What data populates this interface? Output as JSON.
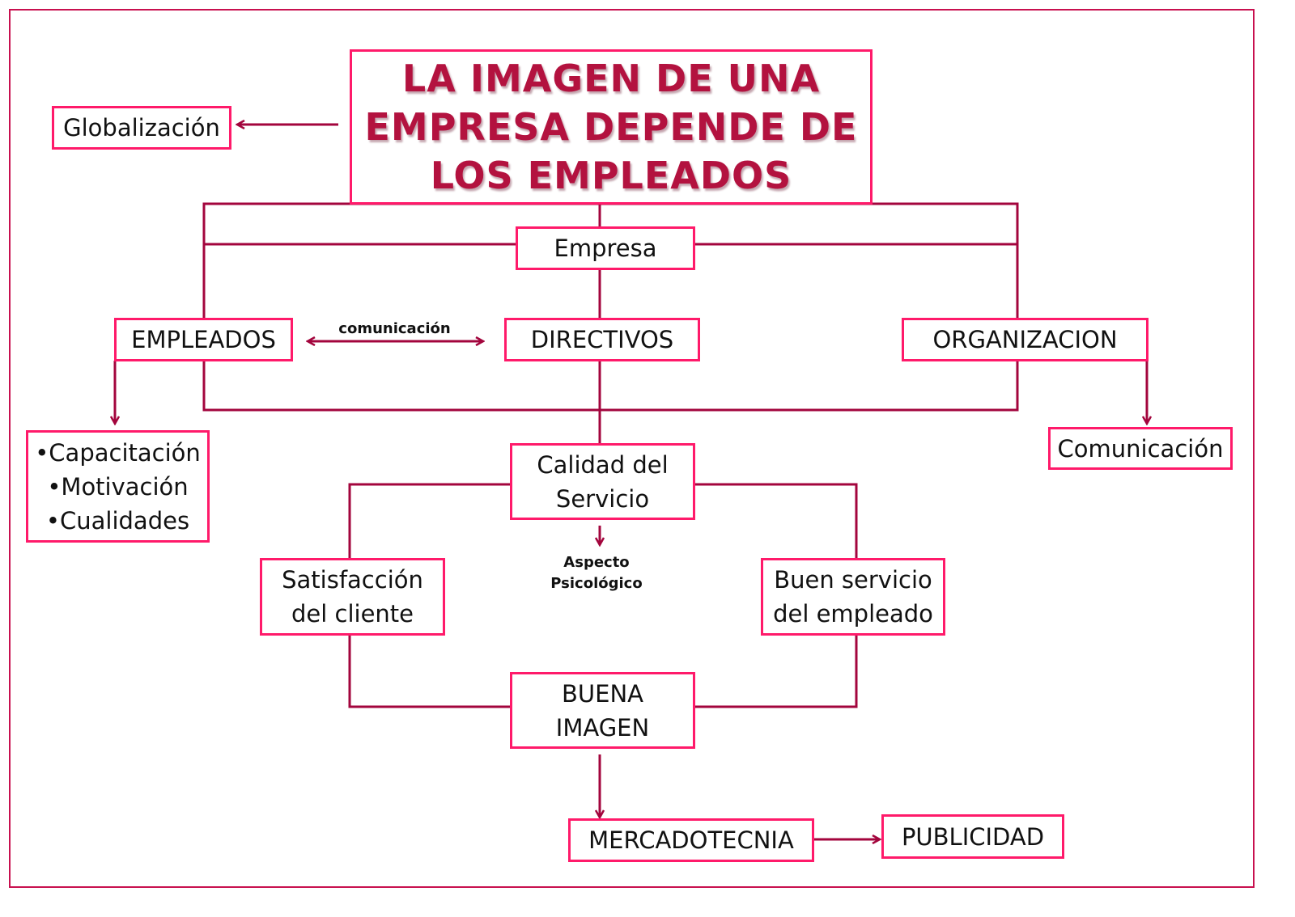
{
  "title": [
    "LA IMAGEN DE UNA",
    "EMPRESA DEPENDE DE",
    "LOS EMPLEADOS"
  ],
  "nodes": {
    "globalizacion": "Globalización",
    "empresa": "Empresa",
    "empleados": "EMPLEADOS",
    "directivos": "DIRECTIVOS",
    "organizacion": "ORGANIZACION",
    "empleados_list": [
      "•Capacitación",
      "•Motivación",
      "•Cualidades"
    ],
    "comunicacion_box": "Comunicación",
    "calidad": [
      "Calidad del",
      "Servicio"
    ],
    "satisfaccion": [
      "Satisfacción",
      "del cliente"
    ],
    "buen_servicio": [
      "Buen servicio",
      "del empleado"
    ],
    "buena_imagen": [
      "BUENA",
      "IMAGEN"
    ],
    "mercadotecnia": "MERCADOTECNIA",
    "publicidad": "PUBLICIDAD"
  },
  "labels": {
    "comunicacion_edge": "comunicación",
    "aspecto": [
      "Aspecto",
      "Psicológico"
    ]
  },
  "colors": {
    "box_border": "#ff1a6a",
    "line": "#a3053d",
    "title": "#b3123f"
  }
}
